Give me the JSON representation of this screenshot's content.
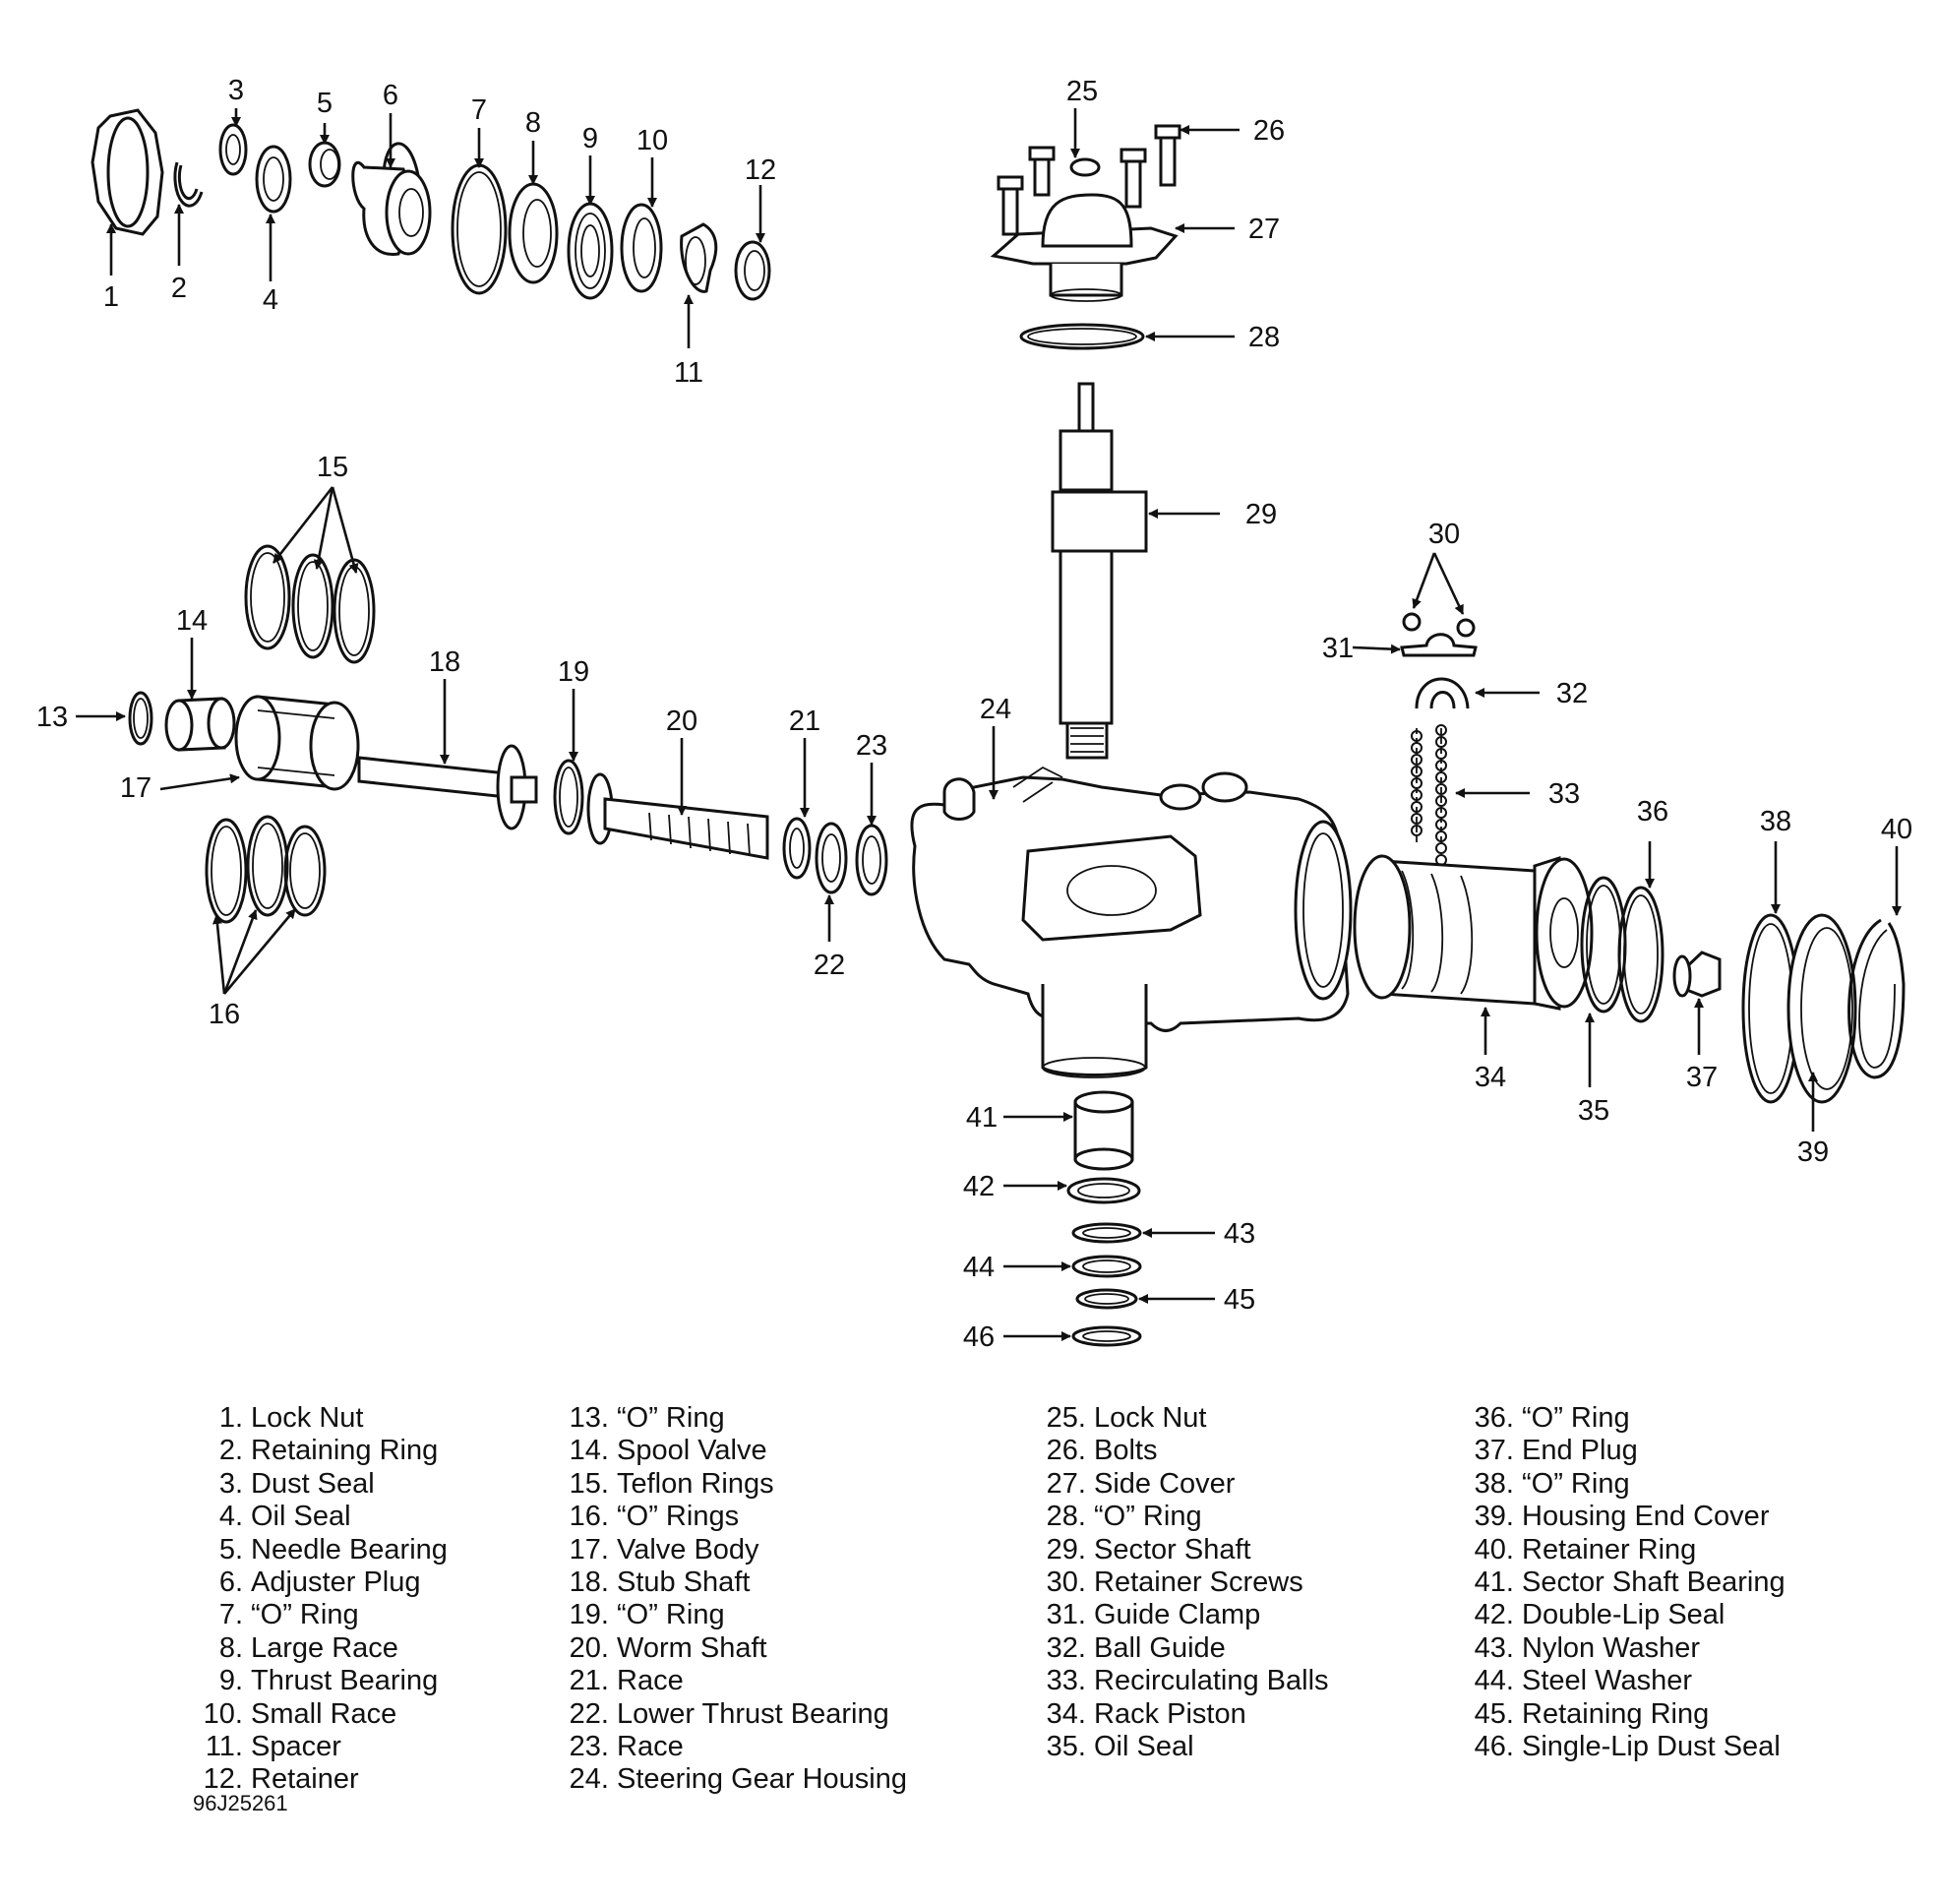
{
  "figure_code": "96J25261",
  "callouts": [
    "1",
    "2",
    "3",
    "4",
    "5",
    "6",
    "7",
    "8",
    "9",
    "10",
    "11",
    "12",
    "13",
    "14",
    "15",
    "16",
    "17",
    "18",
    "19",
    "20",
    "21",
    "22",
    "23",
    "24",
    "25",
    "26",
    "27",
    "28",
    "29",
    "30",
    "31",
    "32",
    "33",
    "34",
    "35",
    "36",
    "37",
    "38",
    "39",
    "40",
    "41",
    "42",
    "43",
    "44",
    "45",
    "46"
  ],
  "legend": [
    [
      {
        "num": "1.",
        "label": "Lock Nut"
      },
      {
        "num": "2.",
        "label": "Retaining Ring"
      },
      {
        "num": "3.",
        "label": "Dust Seal"
      },
      {
        "num": "4.",
        "label": "Oil Seal"
      },
      {
        "num": "5.",
        "label": "Needle Bearing"
      },
      {
        "num": "6.",
        "label": "Adjuster Plug"
      },
      {
        "num": "7.",
        "label": "“O” Ring"
      },
      {
        "num": "8.",
        "label": "Large Race"
      },
      {
        "num": "9.",
        "label": "Thrust Bearing"
      },
      {
        "num": "10.",
        "label": "Small Race"
      },
      {
        "num": "11.",
        "label": "Spacer"
      },
      {
        "num": "12.",
        "label": "Retainer"
      }
    ],
    [
      {
        "num": "13.",
        "label": "“O” Ring"
      },
      {
        "num": "14.",
        "label": "Spool Valve"
      },
      {
        "num": "15.",
        "label": "Teflon Rings"
      },
      {
        "num": "16.",
        "label": "“O” Rings"
      },
      {
        "num": "17.",
        "label": "Valve Body"
      },
      {
        "num": "18.",
        "label": "Stub Shaft"
      },
      {
        "num": "19.",
        "label": "“O” Ring"
      },
      {
        "num": "20.",
        "label": "Worm Shaft"
      },
      {
        "num": "21.",
        "label": "Race"
      },
      {
        "num": "22.",
        "label": "Lower Thrust Bearing"
      },
      {
        "num": "23.",
        "label": "Race"
      },
      {
        "num": "24.",
        "label": "Steering Gear Housing"
      }
    ],
    [
      {
        "num": "25.",
        "label": "Lock Nut"
      },
      {
        "num": "26.",
        "label": "Bolts"
      },
      {
        "num": "27.",
        "label": "Side Cover"
      },
      {
        "num": "28.",
        "label": "“O” Ring"
      },
      {
        "num": "29.",
        "label": "Sector Shaft"
      },
      {
        "num": "30.",
        "label": "Retainer Screws"
      },
      {
        "num": "31.",
        "label": "Guide Clamp"
      },
      {
        "num": "32.",
        "label": "Ball Guide"
      },
      {
        "num": "33.",
        "label": "Recirculating Balls"
      },
      {
        "num": "34.",
        "label": "Rack Piston"
      },
      {
        "num": "35.",
        "label": "Oil Seal"
      }
    ],
    [
      {
        "num": "36.",
        "label": "“O” Ring"
      },
      {
        "num": "37.",
        "label": "End Plug"
      },
      {
        "num": "38.",
        "label": "“O” Ring"
      },
      {
        "num": "39.",
        "label": "Housing End Cover"
      },
      {
        "num": "40.",
        "label": "Retainer Ring"
      },
      {
        "num": "41.",
        "label": "Sector Shaft Bearing"
      },
      {
        "num": "42.",
        "label": "Double-Lip Seal"
      },
      {
        "num": "43.",
        "label": "Nylon Washer"
      },
      {
        "num": "44.",
        "label": "Steel Washer"
      },
      {
        "num": "45.",
        "label": "Retaining Ring"
      },
      {
        "num": "46.",
        "label": "Single-Lip Dust Seal"
      }
    ]
  ]
}
